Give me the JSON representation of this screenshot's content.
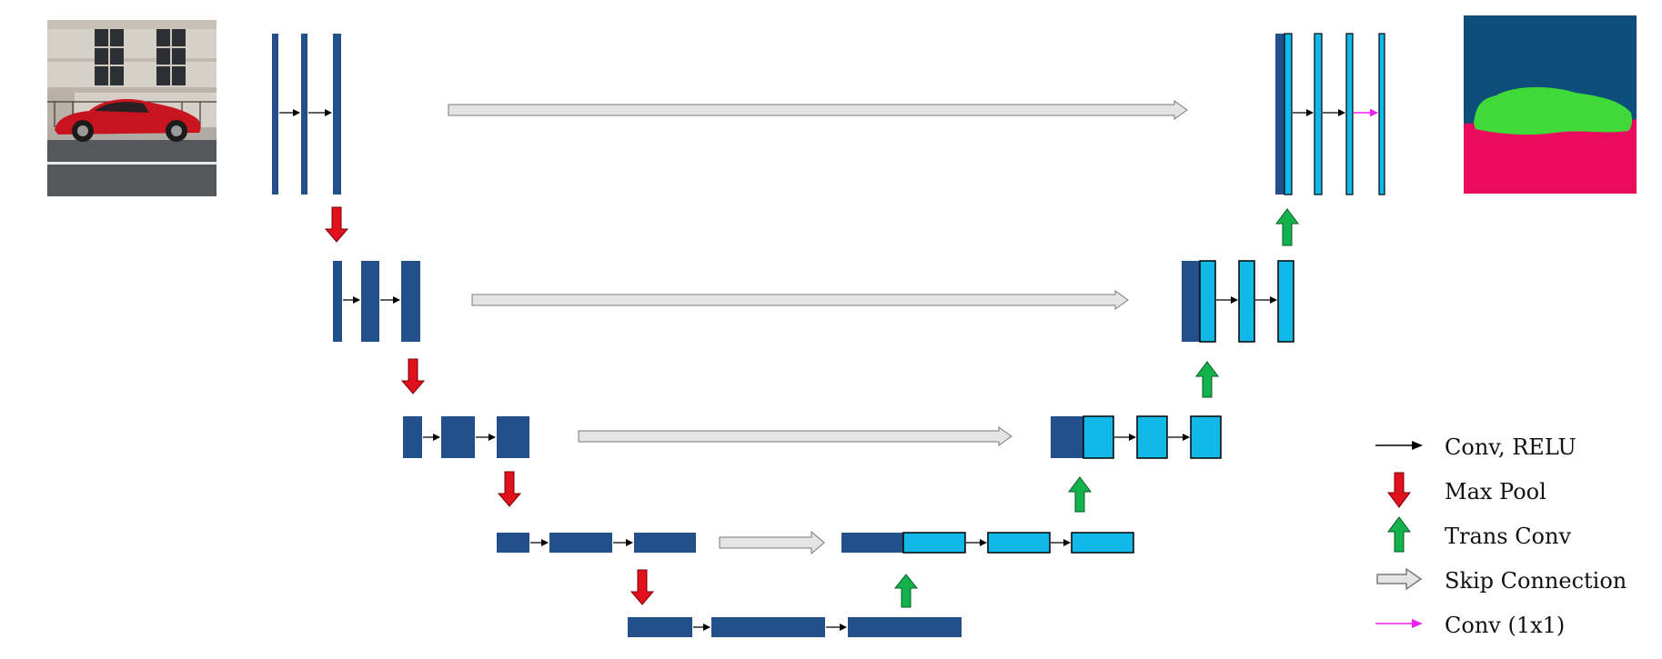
{
  "colors": {
    "encoder": "#23508a",
    "decoder": "#12b8e8",
    "skip_fill": "#e4e4e4",
    "skip_stroke": "#7a7a7a",
    "maxpool": "#e0101c",
    "transconv": "#14b24c",
    "conv1x1": "#ee22ee",
    "conv_arrow": "#000000",
    "mask_background": "#0d4e7b",
    "mask_car": "#3fd93a",
    "mask_road": "#ea0b5e"
  },
  "input_image": {
    "icon": "photo-red-sports-car"
  },
  "output_mask": {
    "icon": "segmentation-mask"
  },
  "legend": [
    {
      "icon": "conv-arrow-icon",
      "label": "Conv, RELU"
    },
    {
      "icon": "maxpool-arrow-icon",
      "label": "Max Pool"
    },
    {
      "icon": "transconv-arrow-icon",
      "label": "Trans Conv"
    },
    {
      "icon": "skip-arrow-icon",
      "label": "Skip Connection"
    },
    {
      "icon": "conv1x1-arrow-icon",
      "label": "Conv (1x1)"
    }
  ]
}
